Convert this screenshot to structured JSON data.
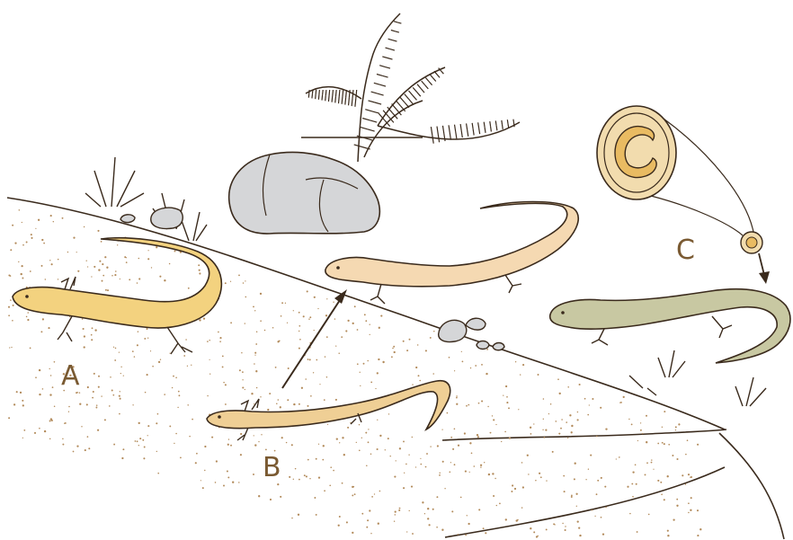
{
  "figure": {
    "labels": {
      "a": "A",
      "b": "B",
      "c": "C"
    },
    "colors": {
      "ink": "#3a2a1c",
      "label": "#7a5a32",
      "sand": "#b28a5a",
      "adult_land": "#f3d27f",
      "larva_aquatic": "#efcf95",
      "eft_terrestrial": "#f5d9b2",
      "adult_aquatic": "#c8c8a2",
      "egg": "#f2dcae",
      "egg_inner": "#e9bb62",
      "rock": "#d5d6d8"
    }
  }
}
